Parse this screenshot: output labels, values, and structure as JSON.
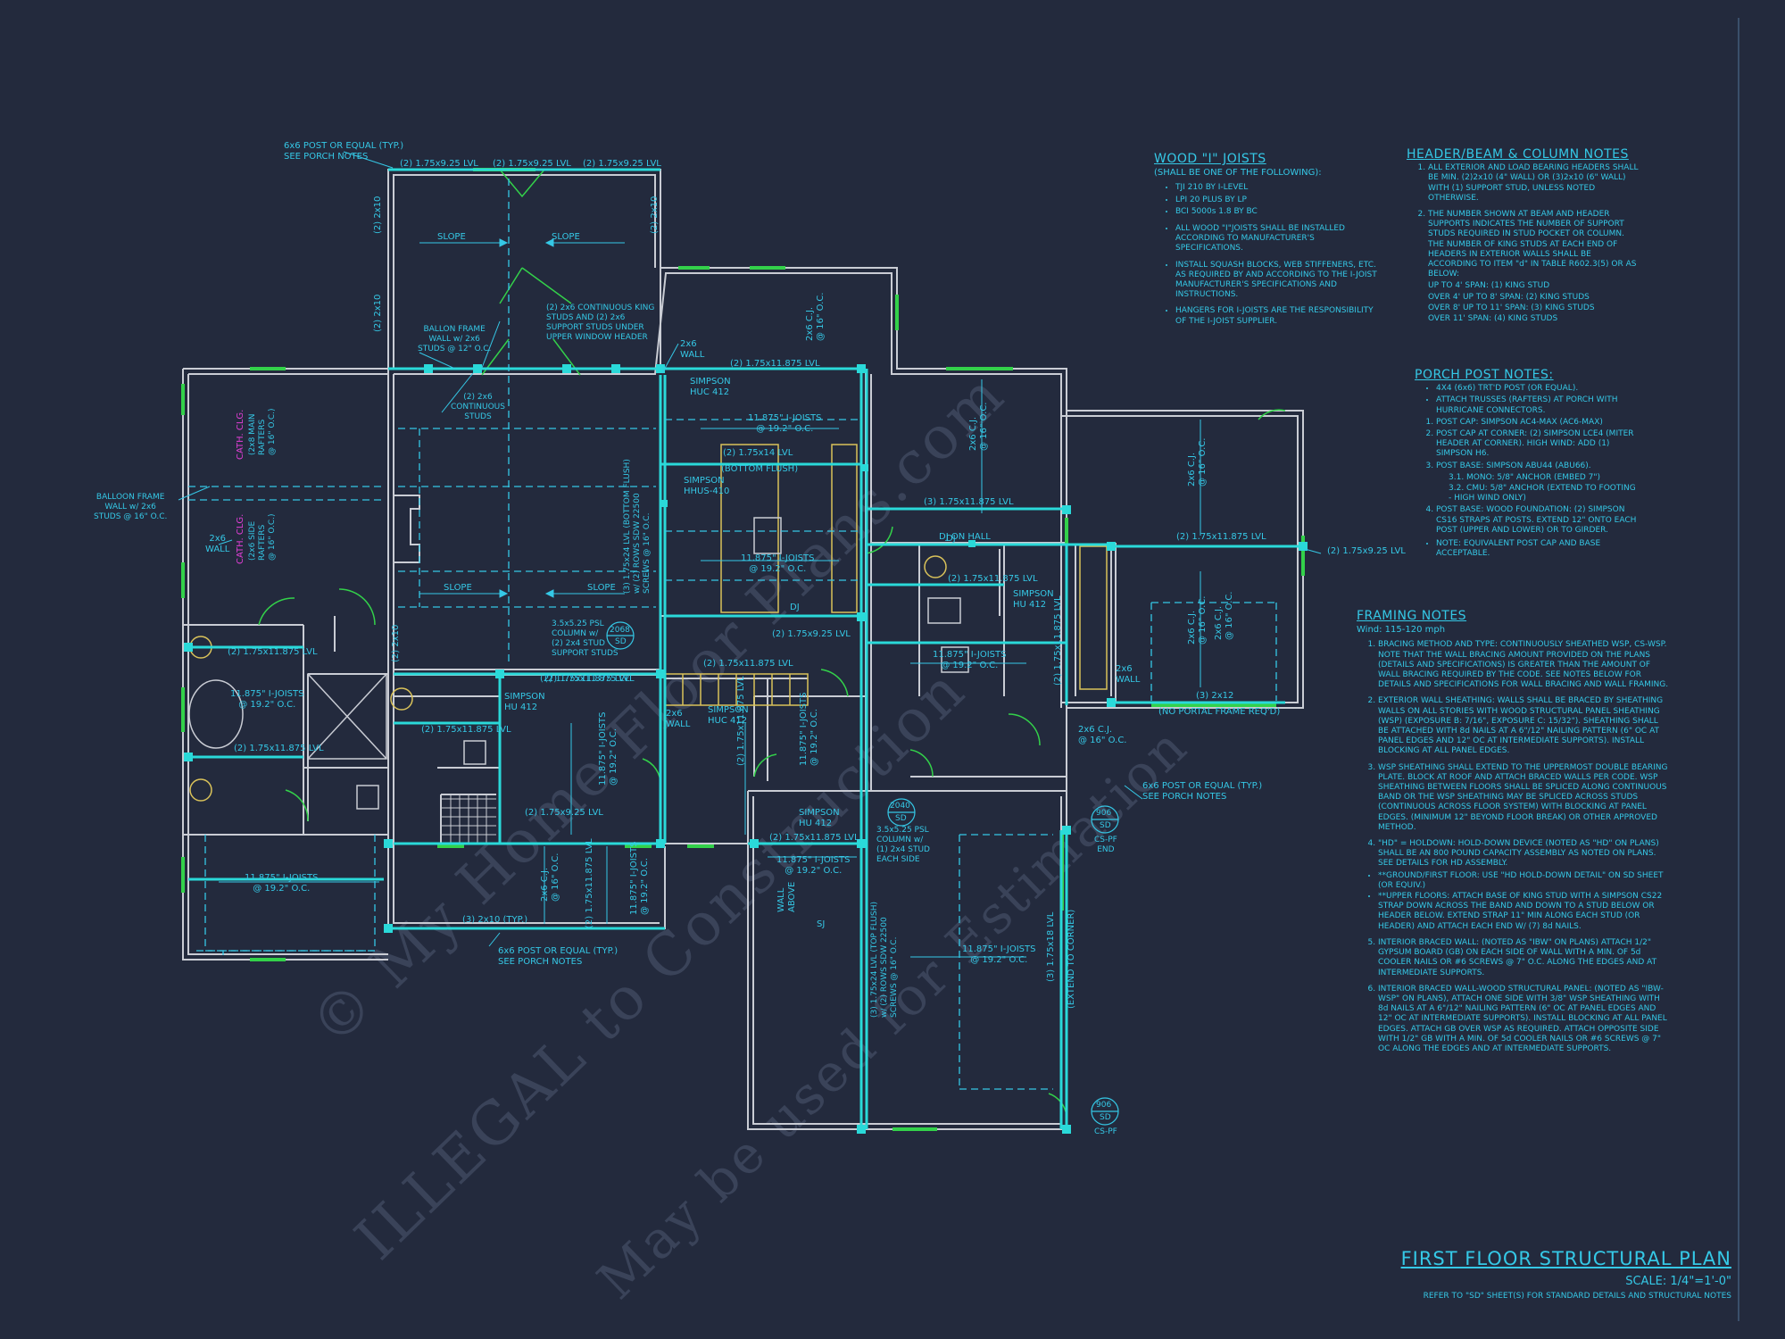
{
  "watermark": {
    "line1": "© My Home Floor Plans.com",
    "line2": "ILLEGAL to Construction",
    "line3": "May be used for Estimation"
  },
  "colors": {
    "background": "#232a3d",
    "wall": "#c9ccd4",
    "structural": "#35c8e6",
    "beam": "#2ad9d9",
    "window": "#33d14a",
    "cathedral_label": "#e33fd8",
    "fixture": "#d9c25a"
  },
  "plan_labels": {
    "porch_post_top": "6x6 POST OR EQUAL (TYP.)",
    "porch_post_top_2": "SEE PORCH NOTES",
    "lvl_top_1": "(2) 1.75x9.25 LVL",
    "lvl_top_2": "(2) 1.75x9.25 LVL",
    "lvl_top_3": "(2) 1.75x9.25 LVL",
    "slope_1": "SLOPE",
    "slope_2": "SLOPE",
    "slope_3": "SLOPE",
    "slope_4": "SLOPE",
    "two_2x10_a": "(2) 2x10",
    "two_2x10_b": "(2) 2x10",
    "two_2x10_c": "(2) 2x10",
    "two_2x10_d": "(2) 2x10",
    "king_studs_1": "(2) 2x6 CONTINUOUS KING",
    "king_studs_2": "STUDS AND (2) 2x6",
    "king_studs_3": "SUPPORT STUDS UNDER",
    "king_studs_4": "UPPER WINDOW HEADER",
    "ballon_1": "BALLON FRAME",
    "ballon_2": "WALL w/ 2x6",
    "ballon_3": "STUDS @ 12\" O.C.",
    "cont_studs_1": "(2) 2x6",
    "cont_studs_2": "CONTINUOUS",
    "cont_studs_3": "STUDS",
    "balloon_left_1": "BALLOON FRAME",
    "balloon_left_2": "WALL w/ 2x6",
    "balloon_left_3": "STUDS @ 16\" O.C.",
    "wall_2x6_a": "2x6",
    "wall_2x6_b": "WALL",
    "wall_2x6_c": "2x6",
    "wall_2x6_d": "WALL",
    "cath_clg_1": "CATH. CLG.",
    "cath_clg_2": "CATH. CLG.",
    "rafters_main_1": "(2x8 MAIN",
    "rafters_main_2": "RAFTERS",
    "rafters_main_3": "@ 16\" O.C.)",
    "rafters_side_1": "(2x6 SIDE",
    "rafters_side_2": "RAFTERS",
    "rafters_side_3": "@ 16\" O.C.)",
    "lvl_1875_top": "(2) 1.75x11.875 LVL",
    "simpson_huc_top_1": "SIMPSON",
    "simpson_huc_top_2": "HUC 412",
    "cj_top_1": "2x6 C.J.",
    "cj_top_2": "@ 16\" O.C.",
    "ijoist_kitchen_1": "11.875\" I-JOISTS",
    "ijoist_kitchen_2": "@ 19.2\" O.C.",
    "lvl_175x14": "(2) 1.75x14 LVL",
    "bottom_flush": "(BOTTOM FLUSH)",
    "simpson_hhus_1": "SIMPSON",
    "simpson_hhus_2": "HHUS-410",
    "ijoist_island_1": "11.875\" I-JOISTS",
    "ijoist_island_2": "@ 19.2\" O.C.",
    "dj_1": "DJ",
    "lvl_bottom_flush": "(3) 1.75x24 LVL (BOTTOM FLUSH)",
    "lvl_bottom_flush_2": "w/ (2) ROWS SDW 22500",
    "lvl_bottom_flush_3": "SCREWS @ 16\" O.C.",
    "psl_col_1": "3.5x5.25 PSL",
    "psl_col_2": "COLUMN w/",
    "psl_col_3": "(2) 2x4 STUD",
    "psl_col_4": "SUPPORT STUDS",
    "tag_2068": "2068",
    "tag_sd": "SD",
    "lvl_1875_mid_a": "(3) 1.75x11.875 LVL",
    "dj_on_hall": "DJ ON HALL",
    "lvl_1875_mid_b": "(2) 1.75x11.875 LVL",
    "lvl_1875_right": "(2) 1.75x11.875 LVL",
    "lvl_925_right": "(2) 1.75x9.25 LVL",
    "cj_right_1": "2x6 C.J.",
    "cj_right_2": "@ 16\" O.C.",
    "cj_mid_1": "2x6 C.J.",
    "cj_mid_2": "@ 16\" O.C.",
    "simpson_hu_1": "SIMPSON",
    "simpson_hu_2": "HU 412",
    "lvl_925_mid": "(2) 1.75x9.25 LVL",
    "lvl_1875_mid_c": "(2) 1.75x11.875 LVL",
    "lvl_1875_mid_d": "(2) 1.75x11.875 LVL",
    "ijoist_bath_1": "11.875\" I-JOISTS",
    "ijoist_bath_2": "@ 19.2\" O.C.",
    "lvl_1875_vert": "(2) 1.75x11.875 LVL",
    "cj_bath_1": "2x6 C.J.",
    "cj_bath_2": "@ 16\" O.C.",
    "two_2x12": "(3) 2x12",
    "no_portal": "(NO PORTAL FRAME REQ'D)",
    "lvl_left_1": "(2) 1.75x11.875 LVL",
    "lvl_left_2": "(2) 1.75x11.875 LVL",
    "ijoist_left_1": "11.875\" I-JOISTS",
    "ijoist_left_2": "@ 19.2\" O.C.",
    "ijoist_left_3": "11.875\" I-JOISTS",
    "ijoist_left_4": "@ 19.2\" O.C.",
    "lvl_1875_laundry": "(2) 1.75x11.875 LVL",
    "simpson_hu_left_1": "SIMPSON",
    "simpson_hu_left_2": "HU 412",
    "simpson_huc_mid_1": "SIMPSON",
    "simpson_huc_mid_2": "HUC 412",
    "lvl_1875_center": "(2) 1.75x11.875 LVL",
    "lvl_1875_center_b": "(2) 1.75x11.875 LVL",
    "ijoist_center_1": "11.875\" I-JOISTS",
    "ijoist_center_2": "@ 19.2\" O.C.",
    "ijoist_center_3": "11.875\" I-JOISTS",
    "ijoist_center_4": "@ 19.2\" O.C.",
    "lvl_925_lower": "(2) 1.75x9.25 LVL",
    "cj_lower_1": "2x6 C.J.",
    "cj_lower_2": "@ 16\" O.C.",
    "lvl_lower_vert": "(2) 1.75x11.875 LVL",
    "ijoist_lower_1": "11.875\" I-JOISTS",
    "ijoist_lower_2": "@ 19.2\" O.C.",
    "two_2x10_typ": "(3) 2x10 (TYP.)",
    "porch_post_bottom_1": "6x6 POST OR EQUAL (TYP.)",
    "porch_post_bottom_2": "SEE PORCH NOTES",
    "porch_post_mid_1": "6x6 POST OR EQUAL (TYP.)",
    "porch_post_mid_2": "SEE PORCH NOTES",
    "simpson_hu_garage_1": "SIMPSON",
    "simpson_hu_garage_2": "HU 412",
    "lvl_1875_garage": "(2) 1.75x11.875 LVL",
    "ijoist_garage_1": "11.875\" I-JOISTS",
    "ijoist_garage_2": "@ 19.2\" O.C.",
    "wall_above_1": "WALL",
    "wall_above_2": "ABOVE",
    "sj": "SJ",
    "psl_col_g_1": "3.5x5.25 PSL",
    "psl_col_g_2": "COLUMN w/",
    "psl_col_g_3": "(1) 2x4 STUD",
    "psl_col_g_4": "EACH SIDE",
    "tag_2040": "2040",
    "tag_sd2": "SD",
    "lvl_top_flush": "(3) 1.75x24 LVL (TOP FLUSH)",
    "lvl_top_flush_2": "w/ (2) ROWS SDW 22500",
    "lvl_top_flush_3": "SCREWS @ 16\" O.C.",
    "ijoist_garage_b1": "11.875\" I-JOISTS",
    "ijoist_garage_b2": "@ 19.2\" O.C.",
    "lvl_garage_right": "(3) 1.75x18 LVL",
    "extend_corner": "(EXTEND TO CORNER)",
    "tag_906a": "906",
    "tag_sd3": "SD",
    "cs_pf_end_1": "CS-PF",
    "cs_pf_end_2": "END",
    "tag_906b": "906",
    "tag_sd4": "SD",
    "cs_pf": "CS-PF",
    "dj_2": "DJ",
    "wall_2x6_e": "2x6",
    "wall_2x6_f": "WALL"
  },
  "wood_ijoists": {
    "title": "WOOD \"I\" JOISTS",
    "subtitle": "(SHALL BE ONE OF THE FOLLOWING):",
    "options": [
      "TJI 210 BY I-LEVEL",
      "LPI 20 PLUS BY LP",
      "BCI 5000s 1.8 BY BC"
    ],
    "items": [
      "ALL WOOD \"I\"JOISTS SHALL BE INSTALLED ACCORDING TO MANUFACTURER'S SPECIFICATIONS.",
      "INSTALL SQUASH BLOCKS, WEB STIFFENERS, ETC. AS REQUIRED BY AND ACCORDING TO THE I-JOIST MANUFACTURER'S SPECIFICATIONS AND INSTRUCTIONS.",
      "HANGERS FOR I-JOISTS ARE THE RESPONSIBILITY OF THE I-JOIST SUPPLIER."
    ]
  },
  "header_notes": {
    "title": "HEADER/BEAM & COLUMN NOTES",
    "items": [
      "ALL EXTERIOR AND LOAD BEARING HEADERS SHALL BE MIN. (2)2x10 (4\" WALL) OR (3)2x10 (6\" WALL) WITH (1) SUPPORT STUD, UNLESS NOTED OTHERWISE.",
      "THE NUMBER SHOWN AT BEAM AND HEADER SUPPORTS INDICATES THE NUMBER OF SUPPORT STUDS REQUIRED IN STUD POCKET OR COLUMN. THE NUMBER OF KING STUDS AT EACH END OF HEADERS IN EXTERIOR WALLS SHALL BE ACCORDING TO ITEM \"d\" IN TABLE R602.3(5) OR AS BELOW:"
    ],
    "spans": [
      "UP TO 4' SPAN: (1) KING STUD",
      "OVER 4' UP TO 8' SPAN: (2) KING STUDS",
      "OVER 8' UP TO 11' SPAN: (3) KING STUDS",
      "OVER 11' SPAN: (4) KING STUDS"
    ]
  },
  "porch_notes": {
    "title": "PORCH POST NOTES:",
    "items": [
      "4X4 (6x6) TRT'D POST (OR EQUAL).",
      "ATTACH TRUSSES (RAFTERS) AT PORCH WITH HURRICANE CONNECTORS."
    ],
    "numbered": [
      "POST CAP: SIMPSON AC4-MAX (AC6-MAX)",
      "POST CAP AT CORNER: (2) SIMPSON LCE4 (MITER HEADER AT CORNER). HIGH WIND: ADD (1) SIMPSON H6.",
      "POST BASE: SIMPSON ABU44 (ABU66)."
    ],
    "sub": [
      "3.1. MONO: 5/8\" ANCHOR (EMBED 7\")",
      "3.2. CMU: 5/8\" ANCHOR (EXTEND TO FOOTING - HIGH WIND ONLY)"
    ],
    "item4": "POST BASE: WOOD FOUNDATION: (2) SIMPSON CS16 STRAPS AT POSTS. EXTEND 12\" ONTO EACH POST (UPPER AND LOWER) OR TO GIRDER.",
    "note": "NOTE: EQUIVALENT POST CAP AND BASE ACCEPTABLE."
  },
  "framing_notes": {
    "title": "FRAMING NOTES",
    "wind": "Wind: 115-120 mph",
    "items": [
      "BRACING METHOD AND TYPE: CONTINUOUSLY SHEATHED WSP, CS-WSP. NOTE THAT THE WALL BRACING AMOUNT PROVIDED ON THE PLANS (DETAILS AND SPECIFICATIONS) IS GREATER THAN THE AMOUNT OF WALL BRACING REQUIRED BY THE CODE. SEE NOTES BELOW FOR DETAILS AND SPECIFICATIONS FOR WALL BRACING AND WALL FRAMING.",
      "EXTERIOR WALL SHEATHING: WALLS SHALL BE BRACED BY SHEATHING WALLS ON ALL STORIES WITH WOOD STRUCTURAL PANEL SHEATHING (WSP) (EXPOSURE B: 7/16\", EXPOSURE C: 15/32\"). SHEATHING SHALL BE ATTACHED WITH 8d NAILS AT A 6\"/12\" NAILING PATTERN (6\" OC AT PANEL EDGES AND 12\" OC AT INTERMEDIATE SUPPORTS). INSTALL BLOCKING AT ALL PANEL EDGES.",
      "WSP SHEATHING SHALL EXTEND TO THE UPPERMOST DOUBLE BEARING PLATE. BLOCK AT ROOF AND ATTACH BRACED WALLS PER CODE. WSP SHEATHING BETWEEN FLOORS SHALL BE SPLICED ALONG CONTINUOUS BAND OR THE WSP SHEATHING MAY BE SPLICED ACROSS STUDS (CONTINUOUS ACROSS FLOOR SYSTEM) WITH BLOCKING AT PANEL EDGES. (MINIMUM 12\" BEYOND FLOOR BREAK) OR OTHER APPROVED METHOD.",
      "\"HD\" = HOLDOWN: HOLD-DOWN DEVICE (NOTED AS \"HD\" ON PLANS) SHALL BE AN 800 POUND CAPACITY ASSEMBLY AS NOTED ON PLANS. SEE DETAILS FOR HD ASSEMBLY.",
      "INTERIOR BRACED WALL: (NOTED AS \"IBW\" ON PLANS) ATTACH 1/2\" GYPSUM BOARD (GB) ON EACH SIDE OF WALL WITH A MIN. OF 5d COOLER NAILS OR #6 SCREWS @ 7\" O.C. ALONG THE EDGES AND AT INTERMEDIATE SUPPORTS.",
      "INTERIOR BRACED WALL-WOOD STRUCTURAL PANEL: (NOTED AS \"IBW-WSP\" ON PLANS), ATTACH ONE SIDE WITH 3/8\" WSP SHEATHING WITH 8d NAILS AT A 6\"/12\" NAILING PATTERN (6\" OC AT PANEL EDGES AND 12\" OC AT INTERMEDIATE SUPPORTS). INSTALL BLOCKING AT ALL PANEL EDGES. ATTACH GB OVER WSP AS REQUIRED. ATTACH OPPOSITE SIDE WITH 1/2\" GB WITH A MIN. OF 5d COOLER NAILS OR #6 SCREWS @ 7\" OC ALONG THE EDGES AND AT INTERMEDIATE SUPPORTS."
    ],
    "hd_sub": [
      "**GROUND/FIRST FLOOR: USE \"HD HOLD-DOWN DETAIL\" ON SD SHEET (OR EQUIV.)",
      "**UPPER FLOORS: ATTACH BASE OF KING STUD WITH A SIMPSON CS22 STRAP DOWN ACROSS THE BAND AND DOWN TO A STUD BELOW OR HEADER BELOW. EXTEND STRAP 11\" MIN ALONG EACH STUD (OR HEADER) AND ATTACH EACH END W/ (7) 8d NAILS."
    ]
  },
  "title_block": {
    "title": "FIRST FLOOR STRUCTURAL PLAN",
    "scale": "SCALE: 1/4\"=1'-0\"",
    "refer": "REFER TO \"SD\" SHEET(S) FOR STANDARD DETAILS AND STRUCTURAL NOTES"
  }
}
